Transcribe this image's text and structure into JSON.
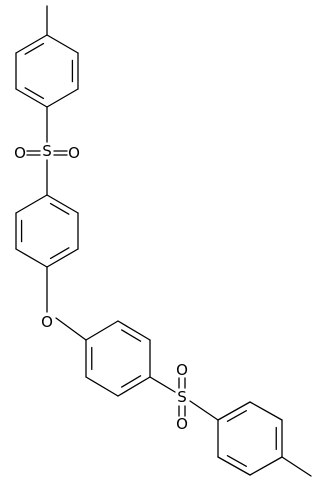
{
  "molecule": {
    "atoms": [
      {
        "id": "S1",
        "symbol": "S"
      },
      {
        "id": "O1",
        "symbol": "O"
      },
      {
        "id": "O2",
        "symbol": "O"
      },
      {
        "id": "O3",
        "symbol": "O"
      },
      {
        "id": "S2",
        "symbol": "S"
      },
      {
        "id": "O4",
        "symbol": "O"
      },
      {
        "id": "O5",
        "symbol": "O"
      }
    ]
  }
}
